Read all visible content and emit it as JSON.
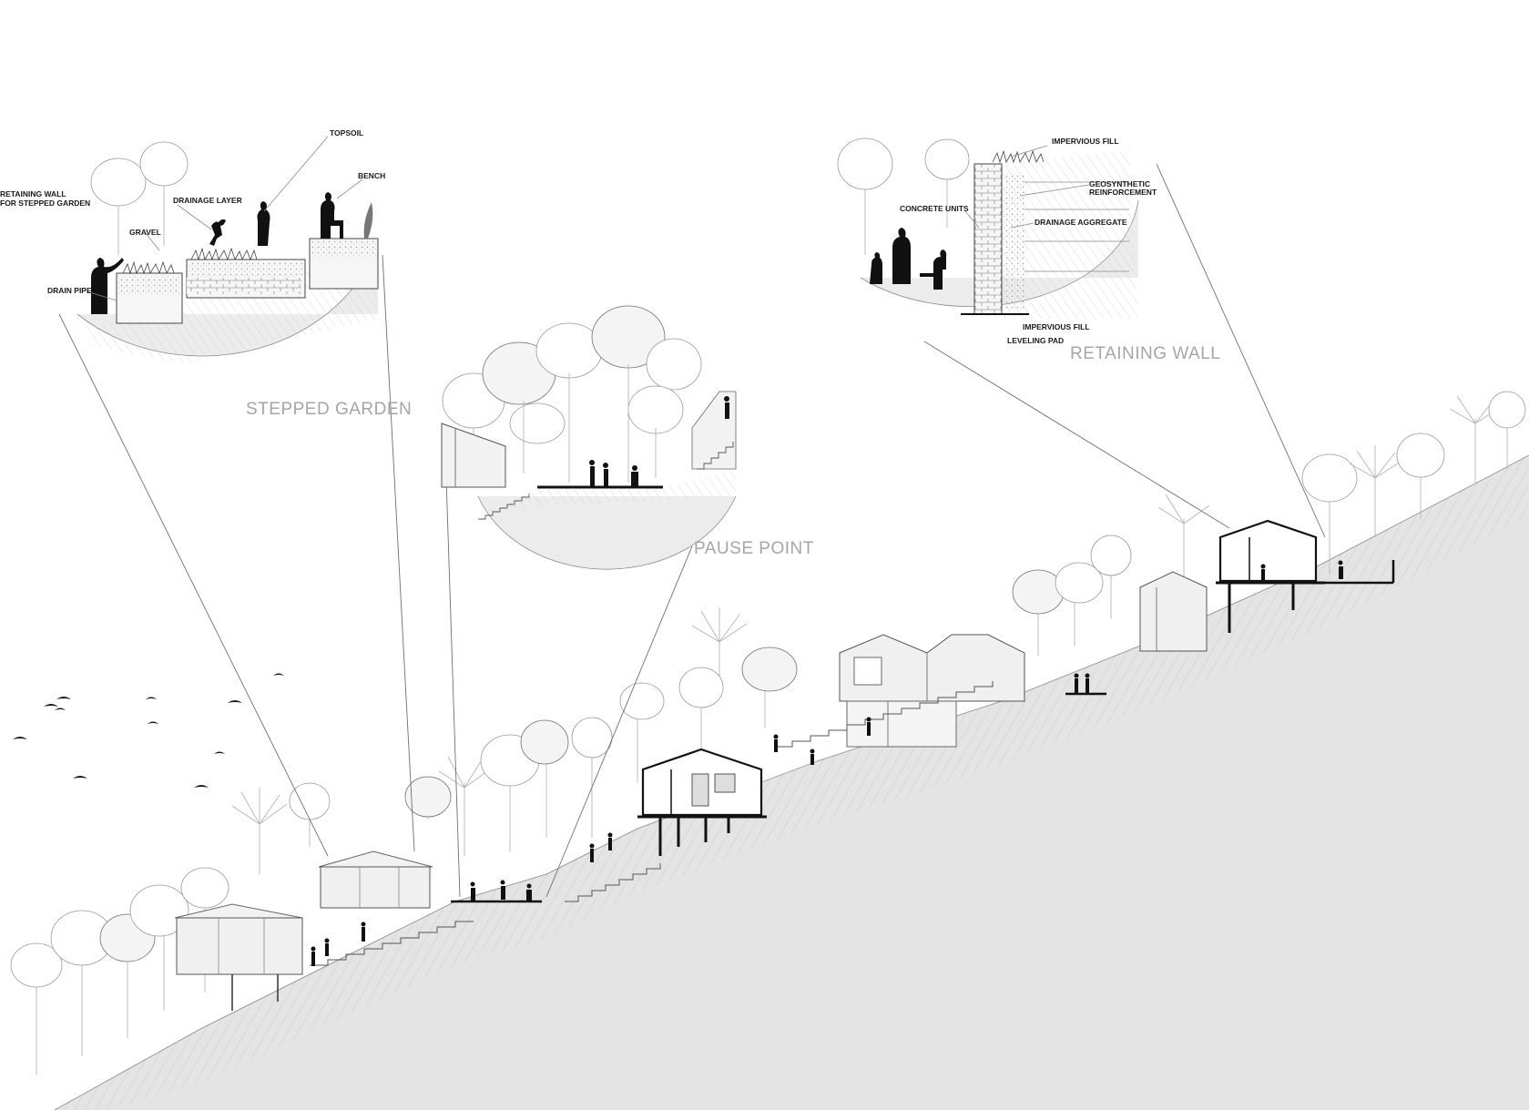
{
  "callouts": {
    "stepped_garden": {
      "title": "STEPPED GARDEN",
      "labels": {
        "retaining_wall_line1": "RETAINING WALL",
        "retaining_wall_line2": "FOR STEPPED GARDEN",
        "gravel": "GRAVEL",
        "drainage_layer": "DRAINAGE LAYER",
        "topsoil": "TOPSOIL",
        "bench": "BENCH",
        "drain_pipe": "DRAIN PIPE"
      }
    },
    "pause_point": {
      "title": "PAUSE POINT"
    },
    "retaining_wall": {
      "title": "RETAINING WALL",
      "labels": {
        "impervious_fill_top": "IMPERVIOUS FILL",
        "geosynthetic_line1": "GEOSYNTHETIC",
        "geosynthetic_line2": "REINFORCEMENT",
        "concrete_units": "CONCRETE UNITS",
        "drainage_aggregate": "DRAINAGE AGGREGATE",
        "impervious_fill_bottom": "IMPERVIOUS FILL",
        "leveling_pad": "LEVELING PAD"
      }
    }
  },
  "colors": {
    "ground_fill": "#e4e4e4",
    "callout_fill": "#ececec",
    "title_gray": "#a6a6a6",
    "ink": "#111111"
  }
}
